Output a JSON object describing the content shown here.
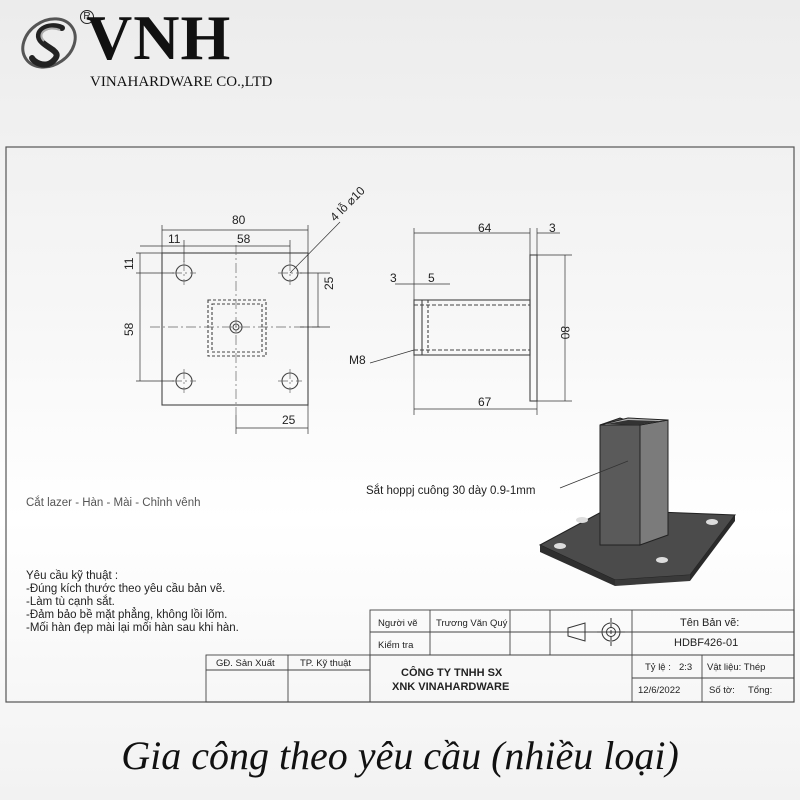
{
  "logo": {
    "icon": "vnh-s-swirl-logo",
    "brand": "VNH",
    "registered": "R",
    "company": "VINAHARDWARE CO.,LTD"
  },
  "dims": {
    "top_width": "80",
    "top_inner": "58",
    "top_left": "11",
    "holes": "4 lỗ ⌀10",
    "left_top": "11",
    "left_mid": "58",
    "right_25": "25",
    "bottom_25": "25",
    "side_64": "64",
    "side_3": "3",
    "side_3b": "3",
    "side_5": "5",
    "side_80": "80",
    "side_67": "67",
    "thread": "M8"
  },
  "callout": "Sắt hoppj cuông 30 dày 0.9-1mm",
  "process": "Cắt lazer - Hàn - Mài - Chỉnh vênh",
  "requirements": {
    "title": "Yêu cầu kỹ thuật :",
    "items": [
      "-Đúng kích thước theo yêu cầu bản vẽ.",
      "-Làm tù cạnh sắt.",
      "-Đảm bảo bề mặt phẳng, không lồi lõm.",
      "-Mối hàn đẹp mài lại mối hàn sau khi hàn."
    ]
  },
  "title_block": {
    "drawer_label": "Người vẽ",
    "drawer_name": "Trương Văn Quý",
    "checker_label": "Kiểm tra",
    "prod_label": "GĐ. Sản Xuất",
    "tech_label": "TP. Kỹ thuật",
    "company_line1": "CÔNG TY TNHH SX",
    "company_line2": "XNK VINAHARDWARE",
    "drawing_name_label": "Tên Bản vẽ:",
    "drawing_code": "HDBF426-01",
    "scale_label": "Tỷ lệ :",
    "scale_value": "2:3",
    "material_label": "Vật liệu: Thép",
    "date": "12/6/2022",
    "sheet_label": "Số tờ:",
    "total_label": "Tổng:"
  },
  "caption": "Gia công theo yêu cầu (nhiều loại)"
}
